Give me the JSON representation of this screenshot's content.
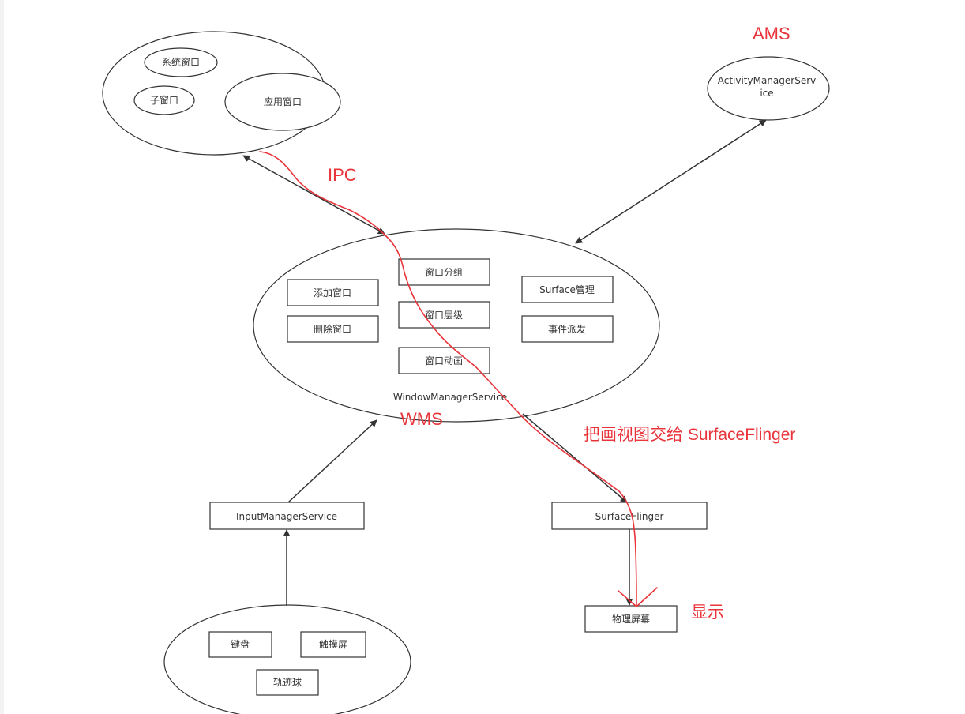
{
  "colors": {
    "stroke": "#333333",
    "annotation": "#e8343a"
  },
  "app_windows": {
    "system": "系统窗口",
    "child": "子窗口",
    "application": "应用窗口"
  },
  "ams": {
    "service": "ActivityManagerServ",
    "service_cont": "ice",
    "annotation": "AMS"
  },
  "wms": {
    "service": "WindowManagerService",
    "annotation": "WMS",
    "functions": {
      "add": "添加窗口",
      "remove": "删除窗口",
      "group": "窗口分组",
      "layer": "窗口层级",
      "animation": "窗口动画",
      "surface": "Surface管理",
      "events": "事件派发"
    }
  },
  "ipc_annotation": "IPC",
  "surfaceflinger_annotation": "把画视图交给 SurfaceFlinger",
  "input": {
    "service": "InputManagerService",
    "devices": {
      "keyboard": "键盘",
      "touchscreen": "触摸屏",
      "trackball": "轨迹球"
    }
  },
  "surfaceflinger": {
    "label": "SurfaceFlinger"
  },
  "screen": {
    "label": "物理屏幕",
    "annotation": "显示"
  }
}
